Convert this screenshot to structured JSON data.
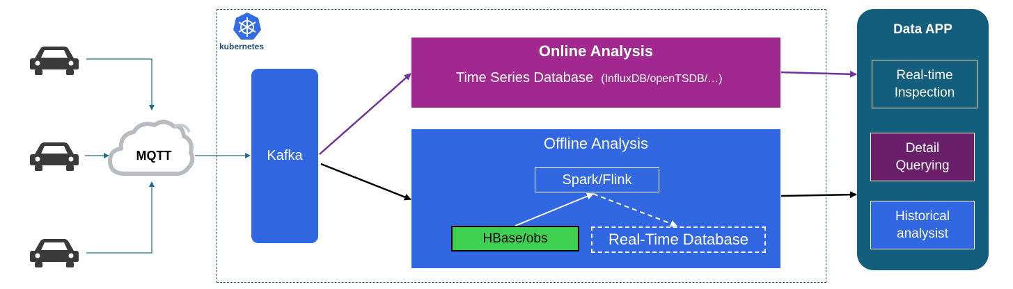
{
  "platform": {
    "label": "kubernetes",
    "logo_icon": "kubernetes-helm-icon"
  },
  "sources": {
    "vehicle_icon": "car-icon",
    "count": 3
  },
  "broker": {
    "label": "MQTT",
    "icon": "cloud-icon"
  },
  "queue": {
    "label": "Kafka"
  },
  "online": {
    "title": "Online Analysis",
    "subtitle": "Time Series Database",
    "subtitle_detail": "(InfluxDB/openTSDB/…)"
  },
  "offline": {
    "title": "Offline Analysis",
    "engine": "Spark/Flink",
    "storage": "HBase/obs",
    "realtime_db": "Real-Time Database"
  },
  "data_app": {
    "title": "Data APP",
    "items": [
      {
        "line1": "Real-time",
        "line2": "Inspection"
      },
      {
        "line1": "Detail",
        "line2": "Querying"
      },
      {
        "line1": "Historical",
        "line2": "analysist"
      }
    ]
  },
  "colors": {
    "kafka_blue": "#3167e0",
    "online_purple": "#a0288f",
    "data_app_teal": "#135e7c",
    "detail_purple": "#6a1f6b",
    "hbase_green": "#3ed14f",
    "connector_teal": "#1f6f8b"
  }
}
